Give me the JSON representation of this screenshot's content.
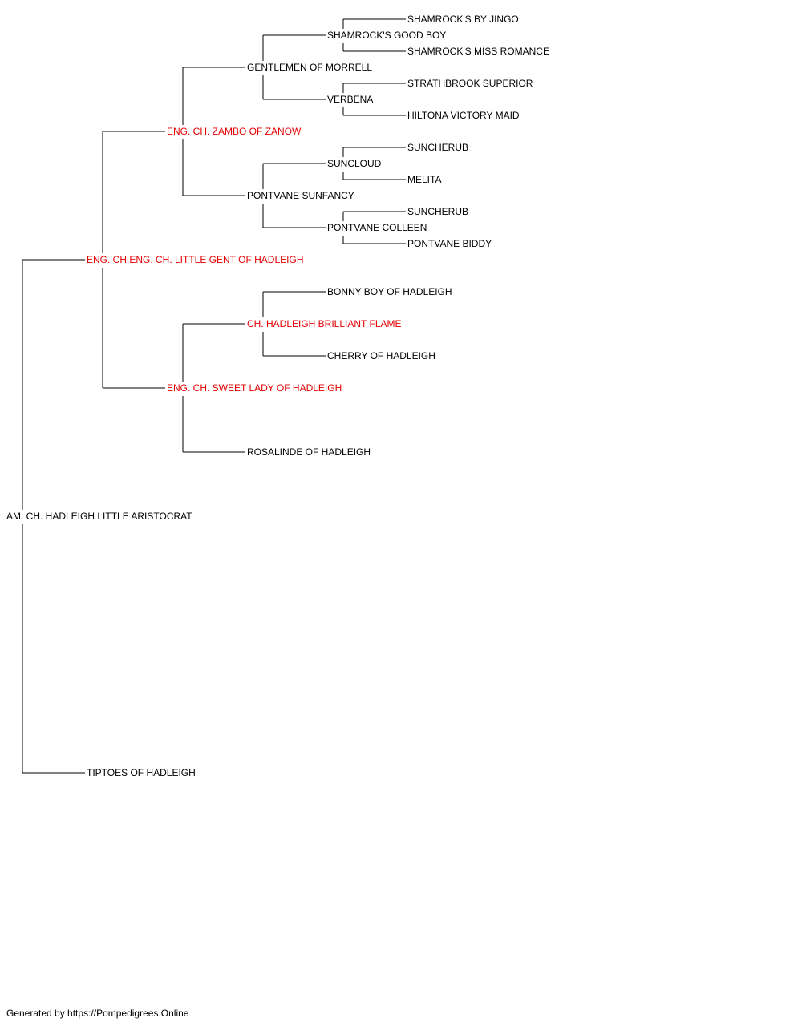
{
  "colors": {
    "text": "#000000",
    "champion": "#e60000",
    "line": "#000000"
  },
  "pedigree": {
    "name": "AM. CH. HADLEIGH LITTLE ARISTOCRAT",
    "champion": false,
    "sire": {
      "name": "ENG. CH.ENG. CH. LITTLE GENT OF HADLEIGH",
      "champion": true,
      "sire": {
        "name": "ENG. CH. ZAMBO OF ZANOW",
        "champion": true,
        "sire": {
          "name": "GENTLEMEN OF MORRELL",
          "champion": false,
          "sire": {
            "name": "SHAMROCK'S GOOD BOY",
            "champion": false,
            "sire": {
              "name": "SHAMROCK'S BY JINGO",
              "champion": false
            },
            "dam": {
              "name": "SHAMROCK'S MISS ROMANCE",
              "champion": false
            }
          },
          "dam": {
            "name": "VERBENA",
            "champion": false,
            "sire": {
              "name": "STRATHBROOK SUPERIOR",
              "champion": false
            },
            "dam": {
              "name": "HILTONA VICTORY MAID",
              "champion": false
            }
          }
        },
        "dam": {
          "name": "PONTVANE SUNFANCY",
          "champion": false,
          "sire": {
            "name": "SUNCLOUD",
            "champion": false,
            "sire": {
              "name": "SUNCHERUB",
              "champion": false
            },
            "dam": {
              "name": "MELITA",
              "champion": false
            }
          },
          "dam": {
            "name": "PONTVANE COLLEEN",
            "champion": false,
            "sire": {
              "name": "SUNCHERUB",
              "champion": false
            },
            "dam": {
              "name": "PONTVANE BIDDY",
              "champion": false
            }
          }
        }
      },
      "dam": {
        "name": "ENG. CH. SWEET LADY OF HADLEIGH",
        "champion": true,
        "sire": {
          "name": "CH. HADLEIGH BRILLIANT FLAME",
          "champion": true,
          "sire": {
            "name": "BONNY BOY OF HADLEIGH",
            "champion": false
          },
          "dam": {
            "name": "CHERRY OF HADLEIGH",
            "champion": false
          }
        },
        "dam": {
          "name": "ROSALINDE OF HADLEIGH",
          "champion": false
        }
      }
    },
    "dam": {
      "name": "TIPTOES OF HADLEIGH",
      "champion": false
    }
  },
  "footer": "Generated by https://Pompedigrees.Online"
}
